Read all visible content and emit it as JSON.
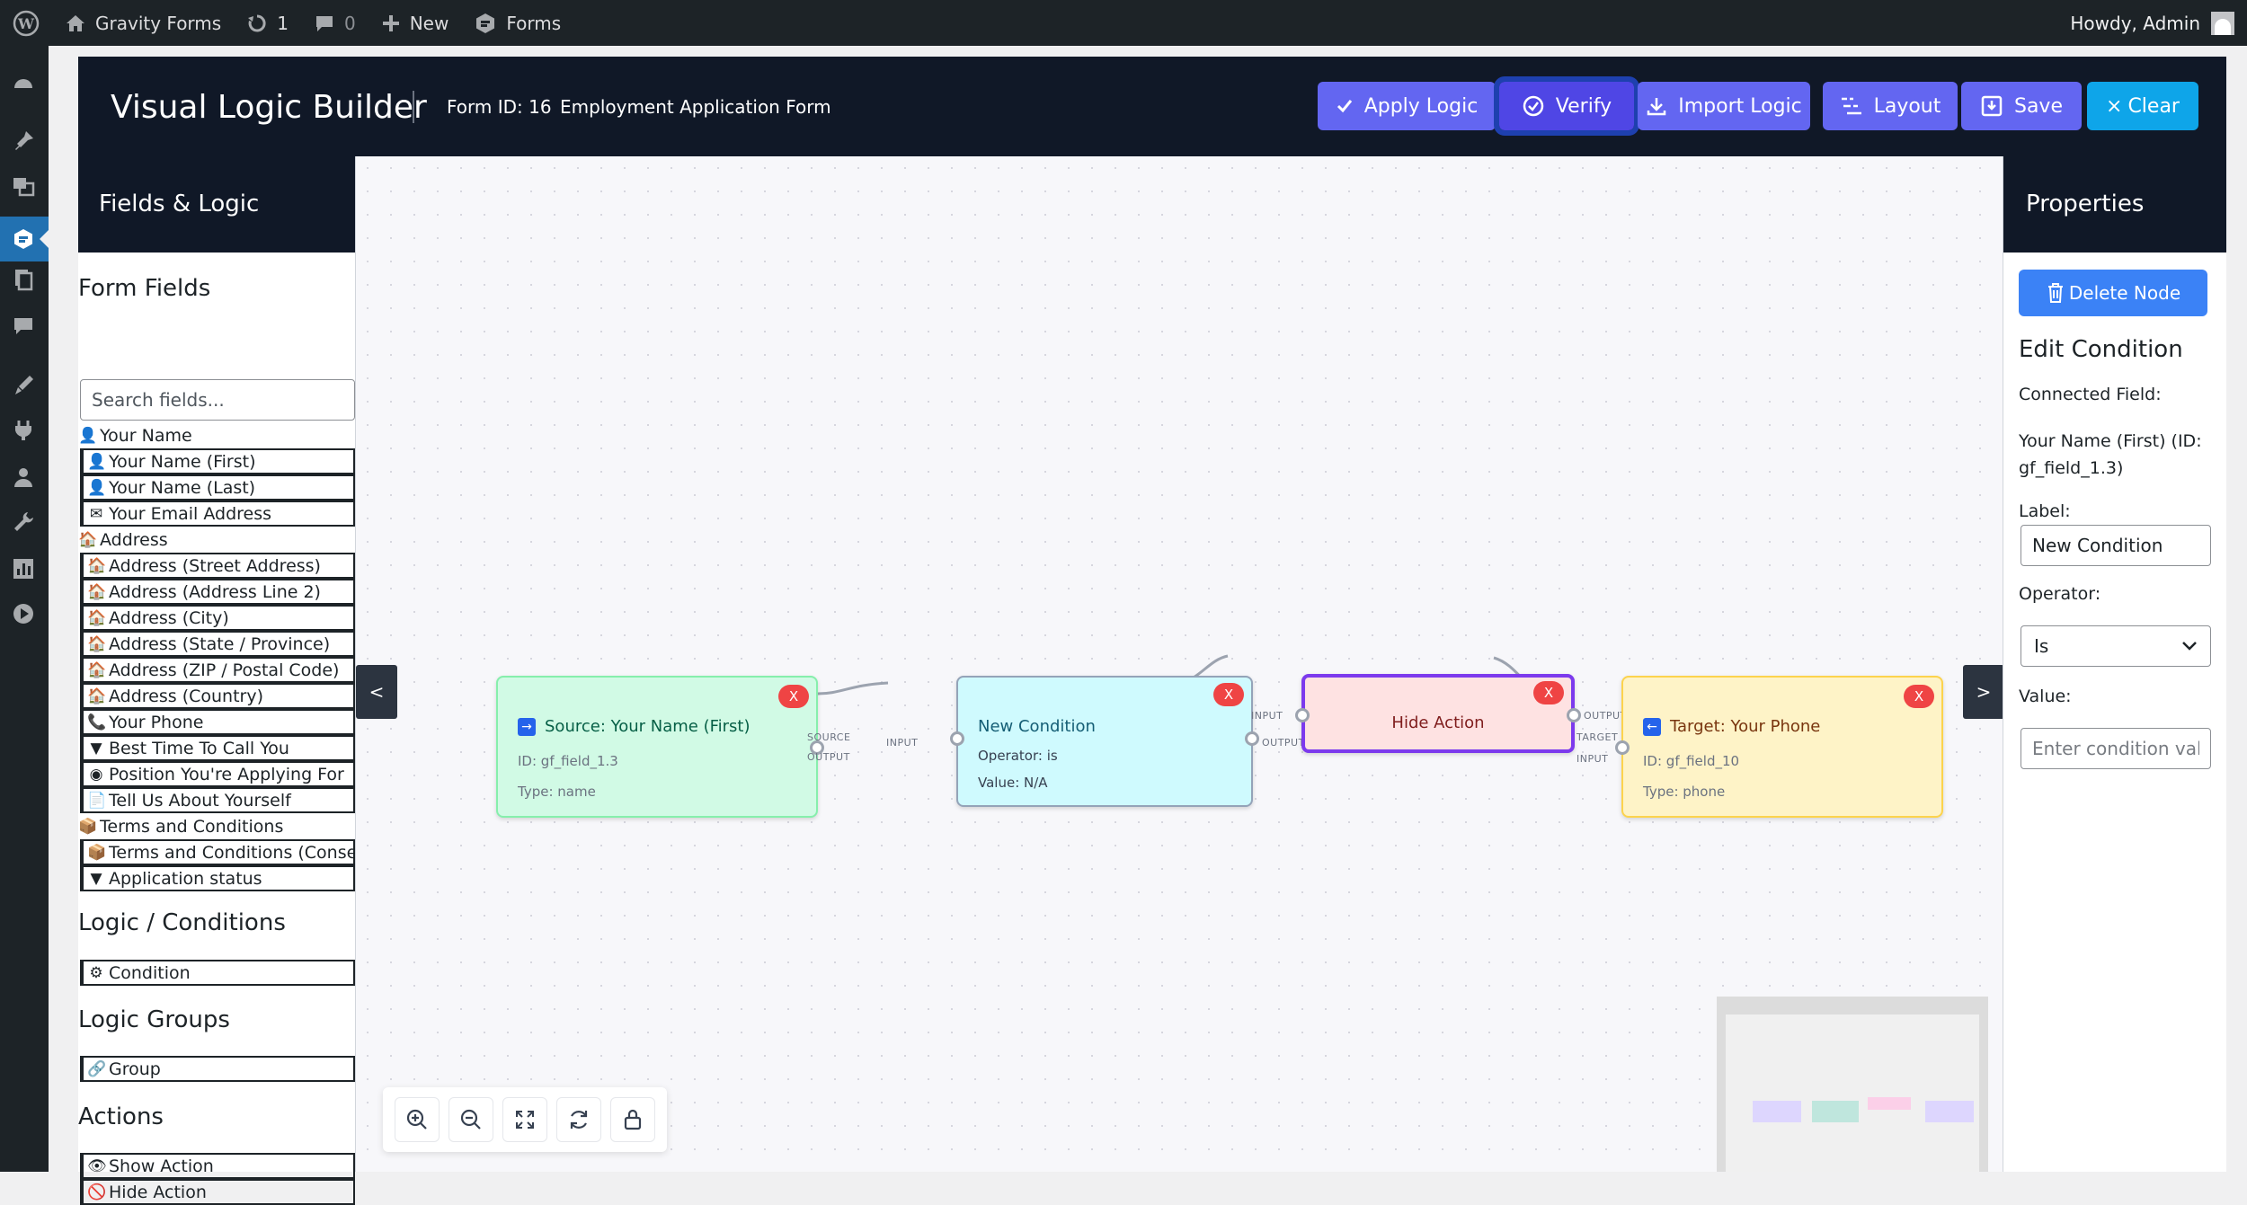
{
  "adminbar": {
    "site_name": "Gravity Forms",
    "updates_count": "1",
    "comments_count": "0",
    "new_label": "New",
    "forms_label": "Forms",
    "greeting": "Howdy, Admin"
  },
  "topbar": {
    "title": "Visual Logic Builder",
    "form_id": "Form ID: 16",
    "form_name": "Employment Application Form",
    "buttons": {
      "apply": "Apply Logic",
      "verify": "Verify",
      "import": "Import Logic",
      "layout": "Layout",
      "save": "Save",
      "clear": "Clear"
    }
  },
  "left_panel": {
    "header": "Fields & Logic",
    "form_fields_title": "Form Fields",
    "search_placeholder": "Search fields...",
    "fields": [
      {
        "label": "Your Name",
        "icon": "👤",
        "group": true
      },
      {
        "label": "Your Name (First)",
        "icon": "👤",
        "group": false
      },
      {
        "label": "Your Name (Last)",
        "icon": "👤",
        "group": false
      },
      {
        "label": "Your Email Address",
        "icon": "✉",
        "group": false
      },
      {
        "label": "Address",
        "icon": "🏠",
        "group": true
      },
      {
        "label": "Address (Street Address)",
        "icon": "🏠",
        "group": false
      },
      {
        "label": "Address (Address Line 2)",
        "icon": "🏠",
        "group": false
      },
      {
        "label": "Address (City)",
        "icon": "🏠",
        "group": false
      },
      {
        "label": "Address (State / Province)",
        "icon": "🏠",
        "group": false
      },
      {
        "label": "Address (ZIP / Postal Code)",
        "icon": "🏠",
        "group": false
      },
      {
        "label": "Address (Country)",
        "icon": "🏠",
        "group": false
      },
      {
        "label": "Your Phone",
        "icon": "📞",
        "group": false
      },
      {
        "label": "Best Time To Call You",
        "icon": "▼",
        "group": false
      },
      {
        "label": "Position You're Applying For",
        "icon": "◉",
        "group": false
      },
      {
        "label": "Tell Us About Yourself",
        "icon": "📄",
        "group": false
      },
      {
        "label": "Terms and Conditions",
        "icon": "📦",
        "group": true
      },
      {
        "label": "Terms and Conditions (Consent)",
        "icon": "📦",
        "group": false
      },
      {
        "label": "Application status",
        "icon": "▼",
        "group": false
      }
    ],
    "logic_title": "Logic / Conditions",
    "logic_items": [
      {
        "label": "Condition",
        "icon": "⚙"
      }
    ],
    "groups_title": "Logic Groups",
    "group_items": [
      {
        "label": "Group",
        "icon": "🔗"
      }
    ],
    "actions_title": "Actions",
    "action_items": [
      {
        "label": "Show Action",
        "icon": "👁"
      },
      {
        "label": "Hide Action",
        "icon": "🚫"
      }
    ]
  },
  "canvas": {
    "collapse_left": "<",
    "collapse_right": ">",
    "nodes": {
      "source": {
        "title": "Source: Your Name (First)",
        "id_line": "ID: gf_field_1.3",
        "type_line": "Type: name",
        "color": "#d1fae5",
        "border": "#86efac"
      },
      "condition": {
        "title": "New Condition",
        "operator_line": "Operator: is",
        "value_line": "Value: N/A",
        "color": "#cffafe",
        "border": "#94a3b8"
      },
      "hide": {
        "title": "Hide Action",
        "color": "#fee2e2",
        "border": "#7c3aed"
      },
      "target": {
        "title": "Target: Your Phone",
        "id_line": "ID: gf_field_10",
        "type_line": "Type: phone",
        "color": "#fef3c7",
        "border": "#fcd34d"
      }
    },
    "delete_glyph": "X",
    "port_labels": {
      "source_out": "SOURCE",
      "output": "OUTPUT",
      "input": "INPUT",
      "target": "TARGET"
    }
  },
  "right_panel": {
    "header": "Properties",
    "delete_button": "Delete Node",
    "edit_title": "Edit Condition",
    "connected_label": "Connected Field:",
    "connected_value": "Your Name (First) (ID: gf_field_1.3)",
    "label_label": "Label:",
    "label_value": "New Condition",
    "operator_label": "Operator:",
    "operator_value": "Is",
    "value_label": "Value:",
    "value_placeholder": "Enter condition value"
  },
  "colors": {
    "topbar_bg": "#101827",
    "button_accent": "#6366f1",
    "clear_button": "#0ea5e9",
    "delete_button": "#3b82f6",
    "node_delete": "#ef4444"
  }
}
